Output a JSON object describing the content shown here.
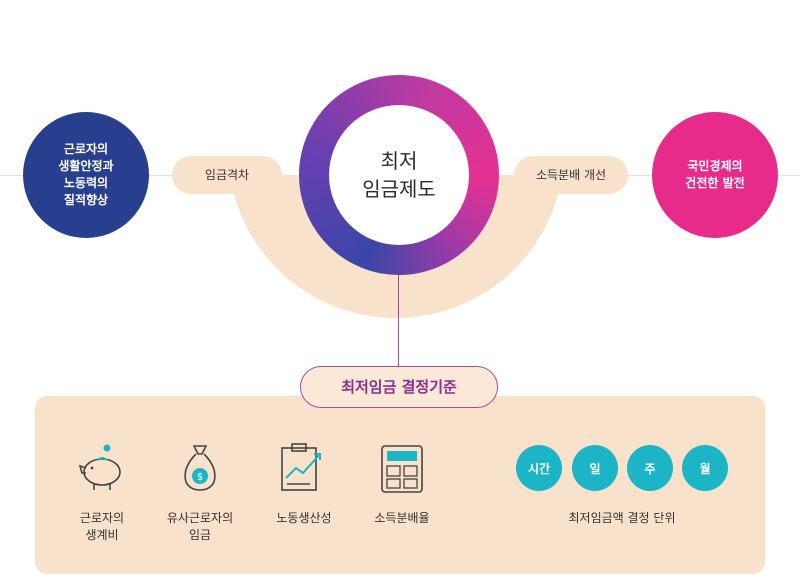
{
  "center": {
    "line1": "최저",
    "line2": "임금제도"
  },
  "left_goal": {
    "line1": "근로자의",
    "line2": "생활안정과",
    "line3": "노동력의",
    "line4": "질적향상"
  },
  "right_goal": {
    "line1": "국민경제의",
    "line2": "건전한 발전"
  },
  "left_pill": "임금격차",
  "right_pill": "소득분배 개선",
  "criteria_title": "최저임금 결정기준",
  "criteria": [
    {
      "icon": "piggy-bank-icon",
      "line1": "근로자의",
      "line2": "생계비"
    },
    {
      "icon": "money-bag-icon",
      "line1": "유사근로자의",
      "line2": "임금"
    },
    {
      "icon": "clipboard-chart-icon",
      "line1": "노동생산성",
      "line2": ""
    },
    {
      "icon": "calculator-icon",
      "line1": "소득분배율",
      "line2": ""
    }
  ],
  "units": [
    "시간",
    "일",
    "주",
    "월"
  ],
  "units_label": "최저임금액 결정 단위",
  "colors": {
    "navy": "#283f8f",
    "magenta": "#e62b8a",
    "teal": "#1bb5c6",
    "peach": "#f9e2cc",
    "purple": "#a84aa8"
  }
}
